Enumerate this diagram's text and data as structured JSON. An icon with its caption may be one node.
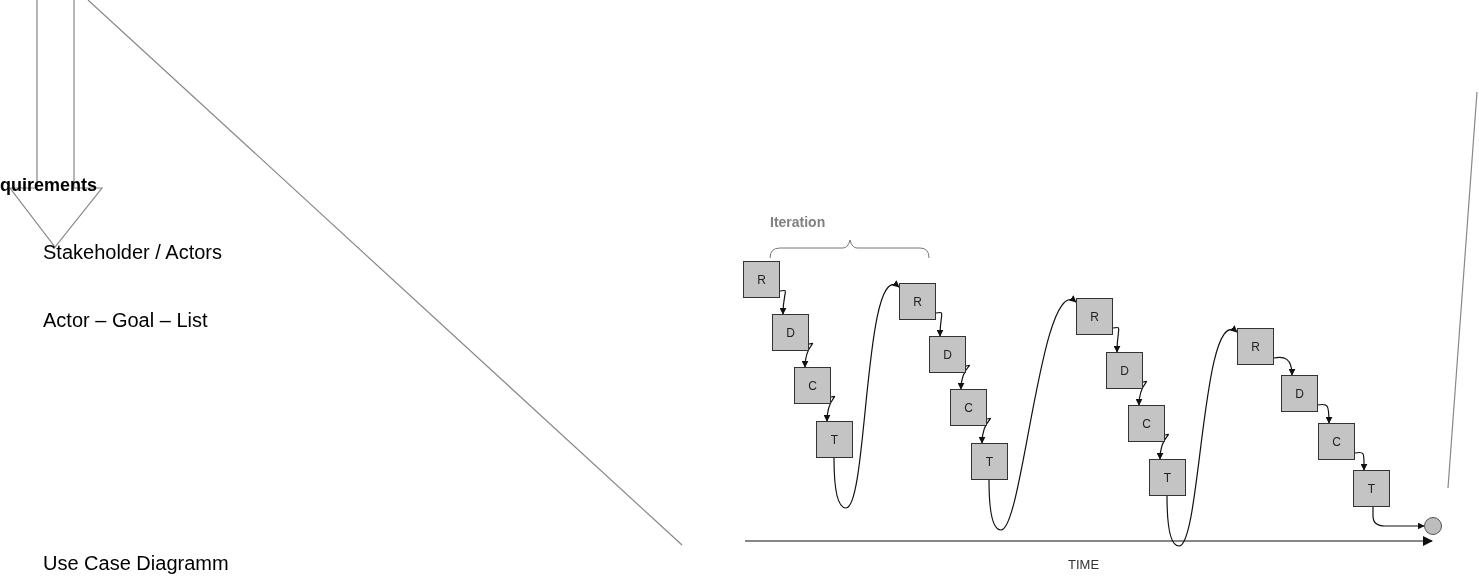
{
  "diagram": {
    "nodes": [
      {
        "text": [
          "R"
        ]
      },
      {
        "text": [
          "D"
        ]
      },
      {
        "text": [
          "C"
        ]
      },
      {
        "text": [
          "T"
        ]
      },
      {
        "text": [
          "R"
        ]
      },
      {
        "text": [
          "D"
        ]
      },
      {
        "text": [
          "C"
        ]
      },
      {
        "text": [
          "T"
        ]
      },
      {
        "text": [
          "R"
        ]
      },
      {
        "text": [
          "D"
        ]
      },
      {
        "text": [
          "C"
        ]
      },
      {
        "text": [
          "T"
        ]
      },
      {
        "text": [
          "R"
        ]
      },
      {
        "text": [
          "D"
        ]
      },
      {
        "text": [
          "C"
        ]
      },
      {
        "text": [
          "T"
        ]
      },
      {
        "text": [],
        "shape": "circle"
      }
    ],
    "edges": [
      {
        "from": 0,
        "to": 1,
        "arrow": "to"
      },
      {
        "from": 1,
        "to": 2,
        "arrow": "to"
      },
      {
        "from": 2,
        "to": 3,
        "arrow": "to"
      },
      {
        "from": 3,
        "to": 4,
        "arrow": "to"
      },
      {
        "from": 4,
        "to": 5,
        "arrow": "to"
      },
      {
        "from": 5,
        "to": 6,
        "arrow": "to"
      },
      {
        "from": 6,
        "to": 7,
        "arrow": "to"
      },
      {
        "from": 7,
        "to": 8,
        "arrow": "to"
      },
      {
        "from": 8,
        "to": 9,
        "arrow": "to"
      },
      {
        "from": 9,
        "to": 10,
        "arrow": "to"
      },
      {
        "from": 10,
        "to": 11,
        "arrow": "to"
      },
      {
        "from": 11,
        "to": 12,
        "arrow": "to"
      },
      {
        "from": 12,
        "to": 13,
        "arrow": "to"
      },
      {
        "from": 13,
        "to": 14,
        "arrow": "to"
      },
      {
        "from": 14,
        "to": 15,
        "arrow": "to"
      },
      {
        "from": 15,
        "to": 16,
        "arrow": "to"
      }
    ],
    "labels": [
      "Iteration",
      "quirements",
      "Stakeholder / Actors",
      "Actor – Goal – List",
      "Use Case Diagramm",
      "TIME"
    ]
  }
}
